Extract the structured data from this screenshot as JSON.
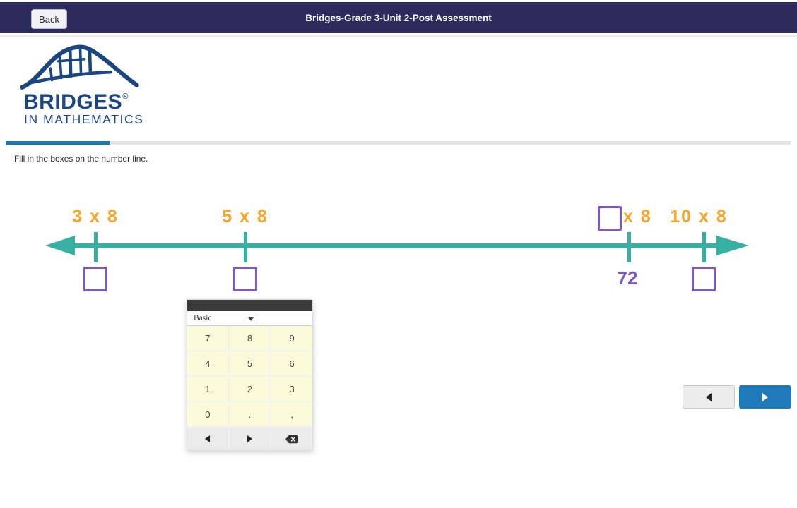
{
  "header": {
    "back_label": "Back",
    "title": "Bridges-Grade 3-Unit 2-Post Assessment"
  },
  "logo": {
    "brand": "BRIDGES",
    "registered": "®",
    "subtitle": "IN MATHEMATICS"
  },
  "progress": {
    "percent": 13
  },
  "instruction": "Fill in the boxes on the number line.",
  "number_line": {
    "ticks": [
      {
        "top_label": "3 x 8",
        "top_box": false,
        "bottom_box": true,
        "bottom_value": ""
      },
      {
        "top_label": "5 x 8",
        "top_box": false,
        "bottom_box": true,
        "bottom_value": ""
      },
      {
        "top_label": "x 8",
        "top_box": true,
        "bottom_box": false,
        "bottom_value": "72"
      },
      {
        "top_label": "10 x 8",
        "top_box": false,
        "bottom_box": true,
        "bottom_value": ""
      }
    ],
    "answer_shown": "72"
  },
  "keypad": {
    "mode": "Basic",
    "rows": [
      [
        "7",
        "8",
        "9"
      ],
      [
        "4",
        "5",
        "6"
      ],
      [
        "1",
        "2",
        "3"
      ],
      [
        "0",
        ".",
        ","
      ]
    ],
    "nav_icons": [
      "left-arrow",
      "right-arrow",
      "backspace"
    ]
  },
  "pager": {
    "prev_icon": "left-arrow",
    "next_icon": "right-arrow"
  },
  "icons": {
    "dropdown": "caret-down"
  },
  "colors": {
    "header_bg": "#2b2b5e",
    "logo_navy": "#1b4680",
    "progress_blue": "#1878b5",
    "numberline_teal": "#36b0a2",
    "label_orange": "#f5a62b",
    "box_purple": "#7e57c5",
    "next_button_blue": "#1e7ab9",
    "keypad_key_yellow": "#fbfbd9"
  }
}
